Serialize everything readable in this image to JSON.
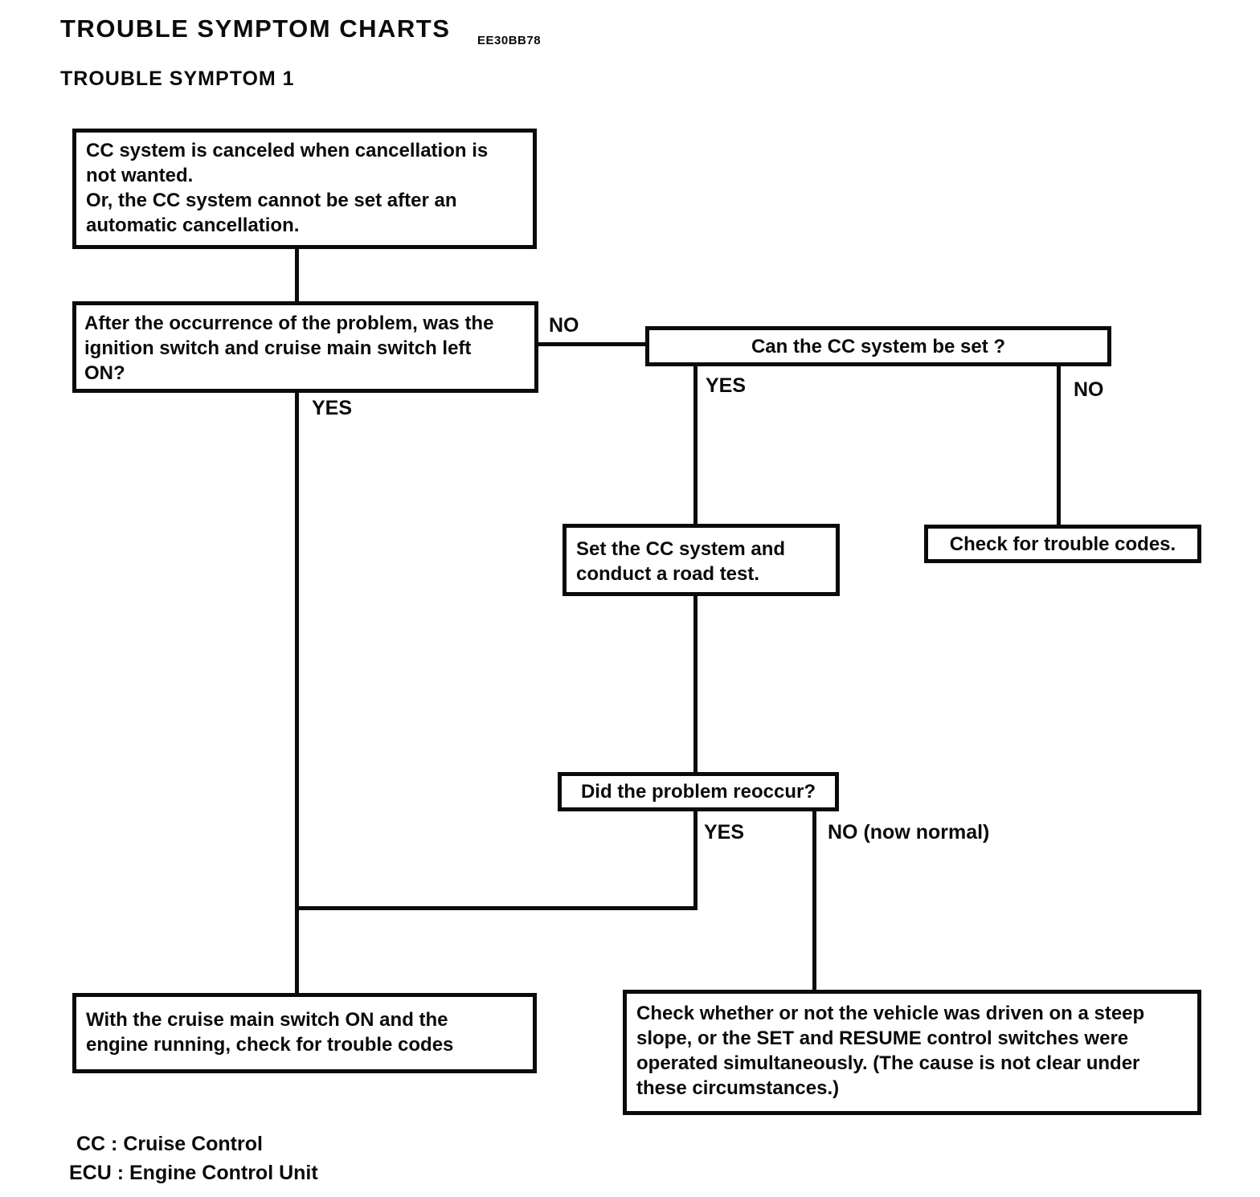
{
  "ink_color": "#0b0b0b",
  "background_color": "#ffffff",
  "header": {
    "title": "TROUBLE SYMPTOM CHARTS",
    "doc_code": "EE30BB78",
    "section_title": "TROUBLE SYMPTOM 1"
  },
  "flowchart": {
    "boxes": {
      "symptom": "CC system is canceled when cancellation is\nnot wanted.\nOr, the CC system cannot be set after an\nautomatic cancellation.",
      "ignition_question": "After the occurrence of the problem, was the\nignition switch and cruise main switch left\nON?",
      "can_set_question": "Can the CC system be set ?",
      "road_test": "Set the CC system and\nconduct a road test.",
      "check_trouble_codes": "Check for trouble codes.",
      "reoccur_question": "Did the problem reoccur?",
      "check_codes_running": "With the cruise main switch ON and the\nengine running, check for trouble codes",
      "steep_slope_check": "Check whether or not the vehicle was driven on a steep\nslope, or the SET and RESUME control switches were\noperated simultaneously. (The cause is not clear under\nthese circumstances.)"
    },
    "branch_labels": {
      "ignition_no": "NO",
      "ignition_yes": "YES",
      "can_set_yes": "YES",
      "can_set_no": "NO",
      "reoccur_yes": "YES",
      "reoccur_no": "NO (now normal)"
    },
    "edges": [
      {
        "from": "symptom",
        "to": "ignition_question",
        "label": ""
      },
      {
        "from": "ignition_question",
        "to": "can_set_question",
        "label": "NO"
      },
      {
        "from": "ignition_question",
        "to": "check_codes_running",
        "label": "YES"
      },
      {
        "from": "can_set_question",
        "to": "road_test",
        "label": "YES"
      },
      {
        "from": "can_set_question",
        "to": "check_trouble_codes",
        "label": "NO"
      },
      {
        "from": "road_test",
        "to": "reoccur_question",
        "label": ""
      },
      {
        "from": "reoccur_question",
        "to": "check_codes_running",
        "label": "YES"
      },
      {
        "from": "reoccur_question",
        "to": "steep_slope_check",
        "label": "NO (now normal)"
      }
    ]
  },
  "legend": {
    "cc": "CC : Cruise Control",
    "ecu": "ECU : Engine Control Unit"
  }
}
